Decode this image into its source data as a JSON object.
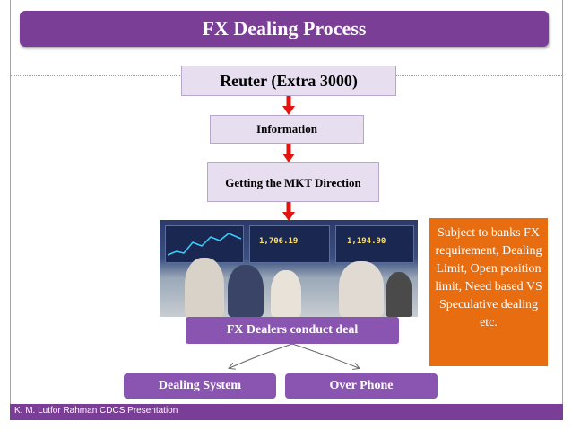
{
  "title": "FX Dealing Process",
  "steps": {
    "source": "Reuter (Extra 3000)",
    "information": "Information",
    "direction": "Getting the MKT Direction",
    "dealers": "FX Dealers conduct deal"
  },
  "channels": {
    "dealing_system": "Dealing System",
    "over_phone": "Over Phone"
  },
  "note": "Subject to banks FX requirement, Dealing Limit, Open position limit, Need based VS Speculative dealing etc.",
  "photo": {
    "screen_values": [
      "1,706.19",
      "1,194.90"
    ]
  },
  "footer": "K. M. Lutfor Rahman CDCS Presentation",
  "colors": {
    "title_bg": "#7b3e96",
    "box_light": "#e7dff0",
    "box_dark": "#8a55b0",
    "arrow_red": "#e3130f",
    "note_bg": "#e86d10"
  }
}
